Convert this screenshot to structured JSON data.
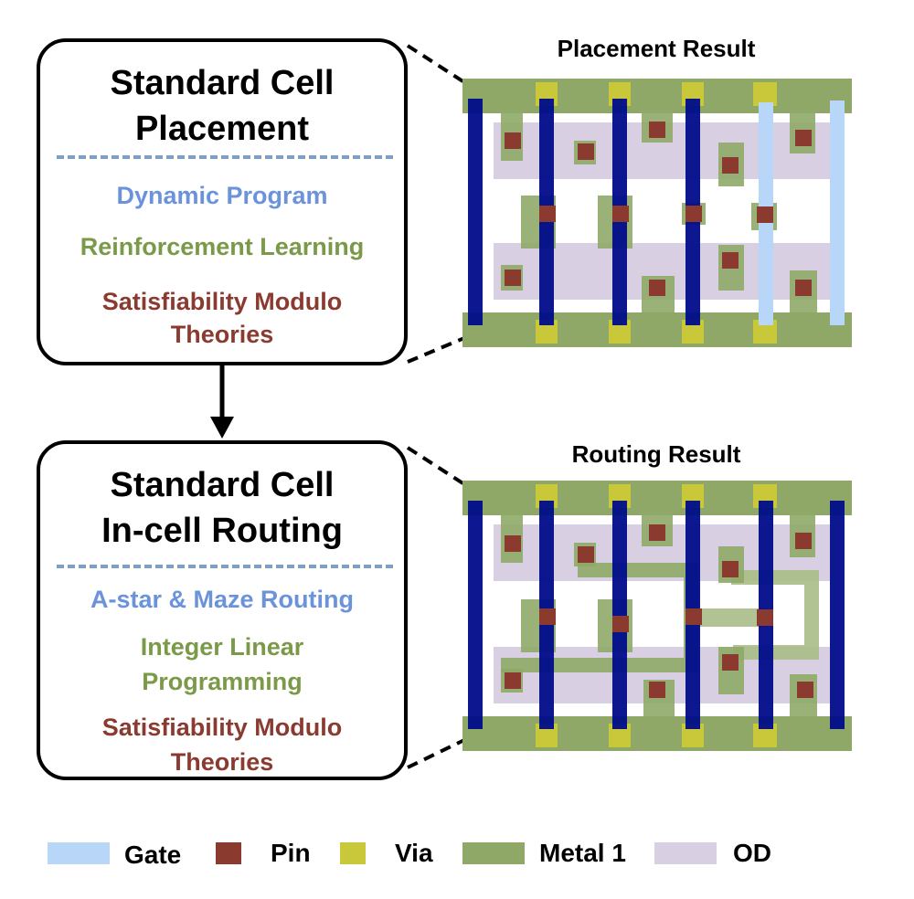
{
  "placement_box": {
    "title_line1": "Standard Cell",
    "title_line2": "Placement",
    "methods": [
      "Dynamic Program",
      "Reinforcement Learning",
      "Satisfiability Modulo",
      "Theories"
    ]
  },
  "routing_box": {
    "title_line1": "Standard Cell",
    "title_line2": "In-cell Routing",
    "methods": [
      "A-star & Maze Routing",
      "Integer Linear",
      "Programming",
      "Satisfiability Modulo",
      "Theories"
    ]
  },
  "placement_result_title": "Placement Result",
  "routing_result_title": "Routing Result",
  "legend": [
    {
      "label": "Gate",
      "color": "#b8d6f7"
    },
    {
      "label": "Pin",
      "color": "#8b3a30"
    },
    {
      "label": "Via",
      "color": "#c8c83a"
    },
    {
      "label": "Metal 1",
      "color": "#8fa868"
    },
    {
      "label": "OD",
      "color": "#d8d0e2"
    }
  ],
  "colors": {
    "gate": "#b8d6f7",
    "gate_active": "#000c8a",
    "pin": "#8b3a30",
    "via": "#c8c83a",
    "metal1": "#8fa868",
    "od": "#d8d0e2"
  }
}
